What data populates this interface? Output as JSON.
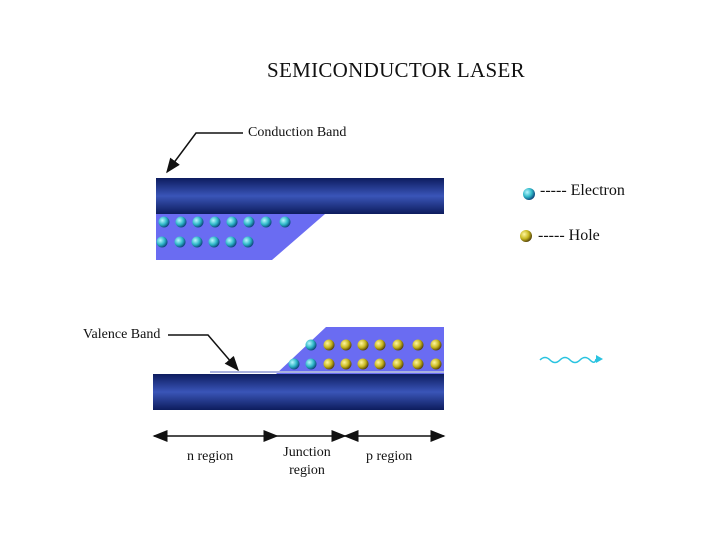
{
  "title": "SEMICONDUCTOR LASER",
  "labels": {
    "conduction_band": "Conduction Band",
    "valence_band": "Valence Band",
    "n_region": "n region",
    "junction_region_line1": "Junction",
    "junction_region_line2": "region",
    "p_region": "p region"
  },
  "legend": {
    "electron": "----- Electron",
    "hole": "----- Hole"
  },
  "colors": {
    "band_dark": "#0d1c5e",
    "band_light": "#3a55b8",
    "fill_region": "#6a6cf2",
    "electron": "#2fb8c8",
    "hole": "#c8b820",
    "photon": "#29c3e0"
  }
}
